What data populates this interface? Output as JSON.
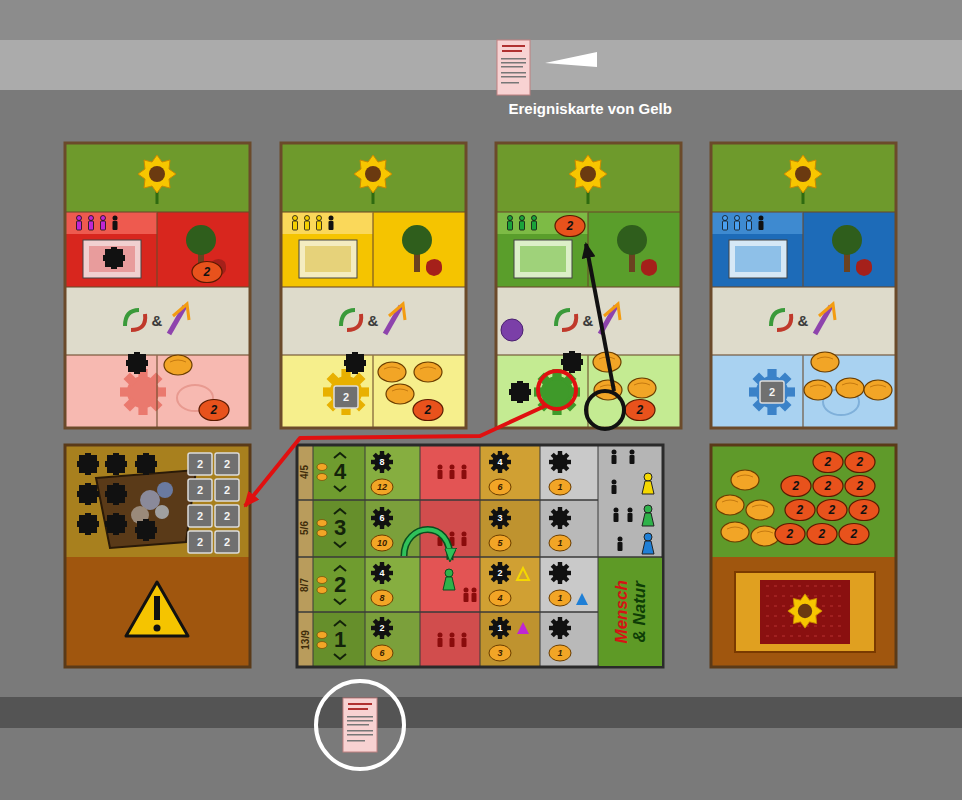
{
  "diagram": {
    "nodes": [
      {
        "text": [
          "Mensch",
          "& Natur"
        ]
      }
    ],
    "labels": [
      "Ereigniskarte von Gelb",
      "2",
      "2",
      "&",
      "&",
      "&",
      "&",
      "2",
      "2",
      "2",
      "2",
      "2",
      "2",
      "2",
      "2",
      "2",
      "2",
      "2",
      "2",
      "2",
      "2",
      "2",
      "2",
      "2",
      "2",
      "2",
      "2",
      "2",
      "2",
      "2",
      "2",
      "4/5",
      "4",
      "8",
      "12",
      "4",
      "6",
      "1",
      "5/6",
      "3",
      "6",
      "10",
      "3",
      "5",
      "1",
      "8/7",
      "2",
      "4",
      "8",
      "2",
      "4",
      "1",
      "13/9",
      "1",
      "2",
      "6",
      "1",
      "3",
      "1"
    ]
  }
}
